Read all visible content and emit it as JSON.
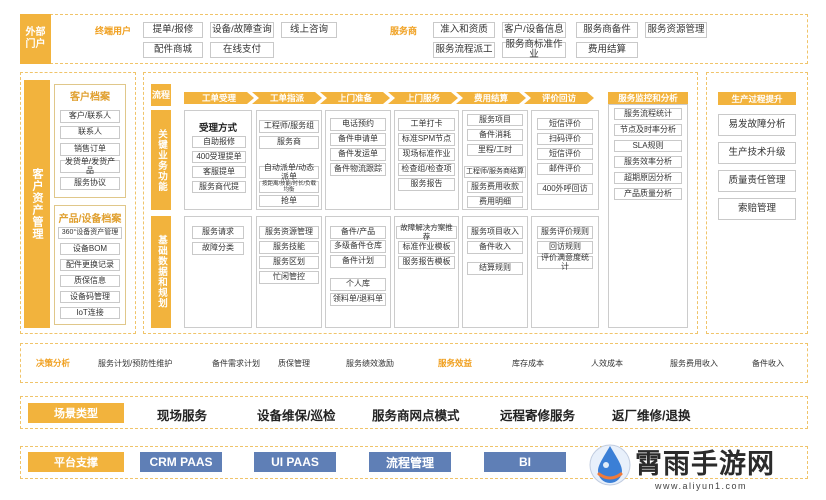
{
  "top": {
    "title": "外部门户",
    "end_user": {
      "label": "终端用户",
      "items": [
        "提单/报修",
        "设备/故障查询",
        "线上咨询",
        "配件商城",
        "在线支付"
      ]
    },
    "provider": {
      "label": "服务商",
      "items": [
        "准入和资质",
        "客户/设备信息",
        "服务商备件",
        "服务资源管理",
        "服务流程派工",
        "服务商标准作业",
        "费用结算"
      ]
    }
  },
  "left": {
    "title": "客户资产管理",
    "customer": {
      "header": "客户档案",
      "items": [
        "客户/联系人",
        "联系人",
        "销售订单",
        "发货单/发货产品",
        "服务协议"
      ]
    },
    "product": {
      "header": "产品/设备档案",
      "items": [
        "360°设备资产管理",
        "设备BOM",
        "配件更换记录",
        "质保信息",
        "设备码管理",
        "IoT连接"
      ]
    }
  },
  "middle": {
    "flow_label": "流程",
    "row1_label": "关键业务功能",
    "row2_label": "基础数据和规划",
    "stages": [
      "工单受理",
      "工单指派",
      "上门准备",
      "上门服务",
      "费用结算",
      "评价回访",
      "服务监控和分析"
    ],
    "accept": {
      "header": "受理方式",
      "items": [
        "自助报修",
        "400受理提单",
        "客服提单",
        "服务商代提"
      ]
    },
    "assign_top": [
      "工程师/服务组",
      "服务商"
    ],
    "assign_bottom": [
      "自动派单/动态派单",
      "抢单"
    ],
    "assign_small": "按距离/技能/时长/负载均衡",
    "prepare": [
      "电话预约",
      "备件申请单",
      "备件发运单",
      "备件物流跟踪"
    ],
    "service": [
      "工单打卡",
      "标准SPM节点",
      "现场标准作业",
      "检查组/检查项",
      "服务报告"
    ],
    "settle_top": [
      "服务项目",
      "备件消耗",
      "里程/工时"
    ],
    "settle_bottom": [
      "工程师/服务商结算",
      "服务费用收款",
      "费用明细"
    ],
    "review": [
      "短信评价",
      "扫码评价",
      "短信评价",
      "邮件评价"
    ],
    "review_extra": "400外呼回访",
    "monitor": [
      "服务流程统计",
      "节点及时率分析",
      "SLA规则",
      "服务效率分析",
      "超期原因分析",
      "产品质量分析"
    ],
    "base1": [
      "服务请求",
      "故障分类"
    ],
    "base2": [
      "服务资源管理",
      "服务技能",
      "服务区划",
      "忙闲管控"
    ],
    "base3": [
      "备件/产品",
      "多级备件仓库",
      "备件计划"
    ],
    "base3b": [
      "个人库",
      "领料单/退料单"
    ],
    "base4": [
      "故障解决方案推荐",
      "标准作业模板",
      "服务报告模板"
    ],
    "base5": [
      "服务项目收入",
      "备件收入"
    ],
    "base5b": "结算规则",
    "base6": [
      "服务评价规则",
      "回访规则",
      "评价满意度统计"
    ]
  },
  "right": {
    "header": "生产过程提升",
    "items": [
      "易发故障分析",
      "生产技术升级",
      "质量责任管理",
      "索赔管理"
    ]
  },
  "decision": {
    "label": "决策分析",
    "items": [
      "服务计划/预防性维护",
      "备件需求计划",
      "质保管理",
      "服务绩效激励"
    ],
    "benefit_label": "服务效益",
    "benefit_items": [
      "库存成本",
      "人效成本",
      "服务费用收入",
      "备件收入"
    ]
  },
  "scenario": {
    "label": "场景类型",
    "items": [
      "现场服务",
      "设备维保/巡检",
      "服务商网点模式",
      "远程寄修服务",
      "返厂维修/退换"
    ]
  },
  "platform": {
    "label": "平台支撑",
    "items": [
      "CRM PAAS",
      "UI PAAS",
      "流程管理",
      "BI"
    ]
  },
  "watermark": {
    "title": "霄雨手游网",
    "url": "www.aliyun1.com"
  },
  "colors": {
    "accent": "#f2b33d",
    "blue": "#5f7fb6",
    "orange_text": "#f0a020"
  }
}
